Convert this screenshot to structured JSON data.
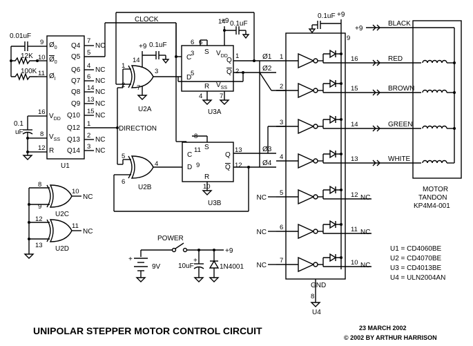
{
  "title": "UNIPOLAR STEPPER MOTOR CONTROL CIRCUIT",
  "date": "23 MARCH 2002",
  "copyright": "© 2002 BY ARTHUR HARRISON",
  "parts": [
    "U1 = CD4060BE",
    "U2 = CD4070BE",
    "U3 = CD4013BE",
    "U4 = ULN2004AN"
  ],
  "labels": {
    "clock": "CLOCK",
    "direction": "DIRECTION",
    "power": "POWER",
    "plus9": "+9",
    "nc": "NC",
    "gnd": "GND",
    "cap01": "0.1uF",
    "cap001": "0.01uF",
    "cap10": "10uF",
    "cap01a": "0.1",
    "cap01b": "uF",
    "r12k": "12K",
    "r100k": "100K",
    "battery": "9V",
    "diode": "1N4001",
    "vdd": "V",
    "vss": "V",
    "vdd_sub": "DD",
    "vss_sub": "SS"
  },
  "u1": {
    "name": "U1",
    "left_pins": [
      {
        "num": "9",
        "label": "Ø0"
      },
      {
        "num": "10",
        "label": "Ø0"
      },
      {
        "num": "11",
        "label": "ØI"
      },
      {
        "num": "16",
        "label": "VDD"
      },
      {
        "num": "8",
        "label": "VSS"
      },
      {
        "num": "12",
        "label": "R"
      }
    ],
    "right_pins": [
      {
        "num": "7",
        "label": "Q4"
      },
      {
        "num": "5",
        "label": "Q5"
      },
      {
        "num": "4",
        "label": "Q6"
      },
      {
        "num": "6",
        "label": "Q7"
      },
      {
        "num": "14",
        "label": "Q8"
      },
      {
        "num": "13",
        "label": "Q9"
      },
      {
        "num": "15",
        "label": "Q10"
      },
      {
        "num": "1",
        "label": "Q12"
      },
      {
        "num": "2",
        "label": "Q13"
      },
      {
        "num": "3",
        "label": "Q14"
      }
    ]
  },
  "gates": {
    "u2a": {
      "name": "U2A",
      "in1": "1",
      "in2": "2",
      "out": "3",
      "vdd": "14",
      "gnd": "7"
    },
    "u2b": {
      "name": "U2B",
      "in1": "5",
      "in2": "6",
      "out": "4"
    },
    "u2c": {
      "name": "U2C",
      "in1": "8",
      "in2": "9",
      "out": "10"
    },
    "u2d": {
      "name": "U2D",
      "in1": "12",
      "in2": "13",
      "out": "11"
    }
  },
  "flipflops": {
    "u3a": {
      "name": "U3A",
      "s": "6",
      "c": "3",
      "d": "5",
      "r": "4",
      "q": "1",
      "qn": "2",
      "vdd": "14",
      "vss": "7"
    },
    "u3b": {
      "name": "U3B",
      "s": "8",
      "c": "11",
      "d": "9",
      "r": "10",
      "q": "13",
      "qn": "12"
    }
  },
  "phases": [
    "Ø1",
    "Ø2",
    "Ø3",
    "Ø4"
  ],
  "u4": {
    "name": "U4",
    "inputs": [
      "1",
      "2",
      "3",
      "4",
      "5",
      "6",
      "7"
    ],
    "outputs": [
      "16",
      "15",
      "14",
      "13",
      "12",
      "11",
      "10"
    ],
    "vdd_pin": "9",
    "gnd_pin": "8"
  },
  "motor": {
    "wires": [
      "BLACK",
      "RED",
      "BROWN",
      "GREEN",
      "WHITE"
    ],
    "label1": "MOTOR",
    "label2": "TANDON",
    "label3": "KP4M4-001"
  }
}
